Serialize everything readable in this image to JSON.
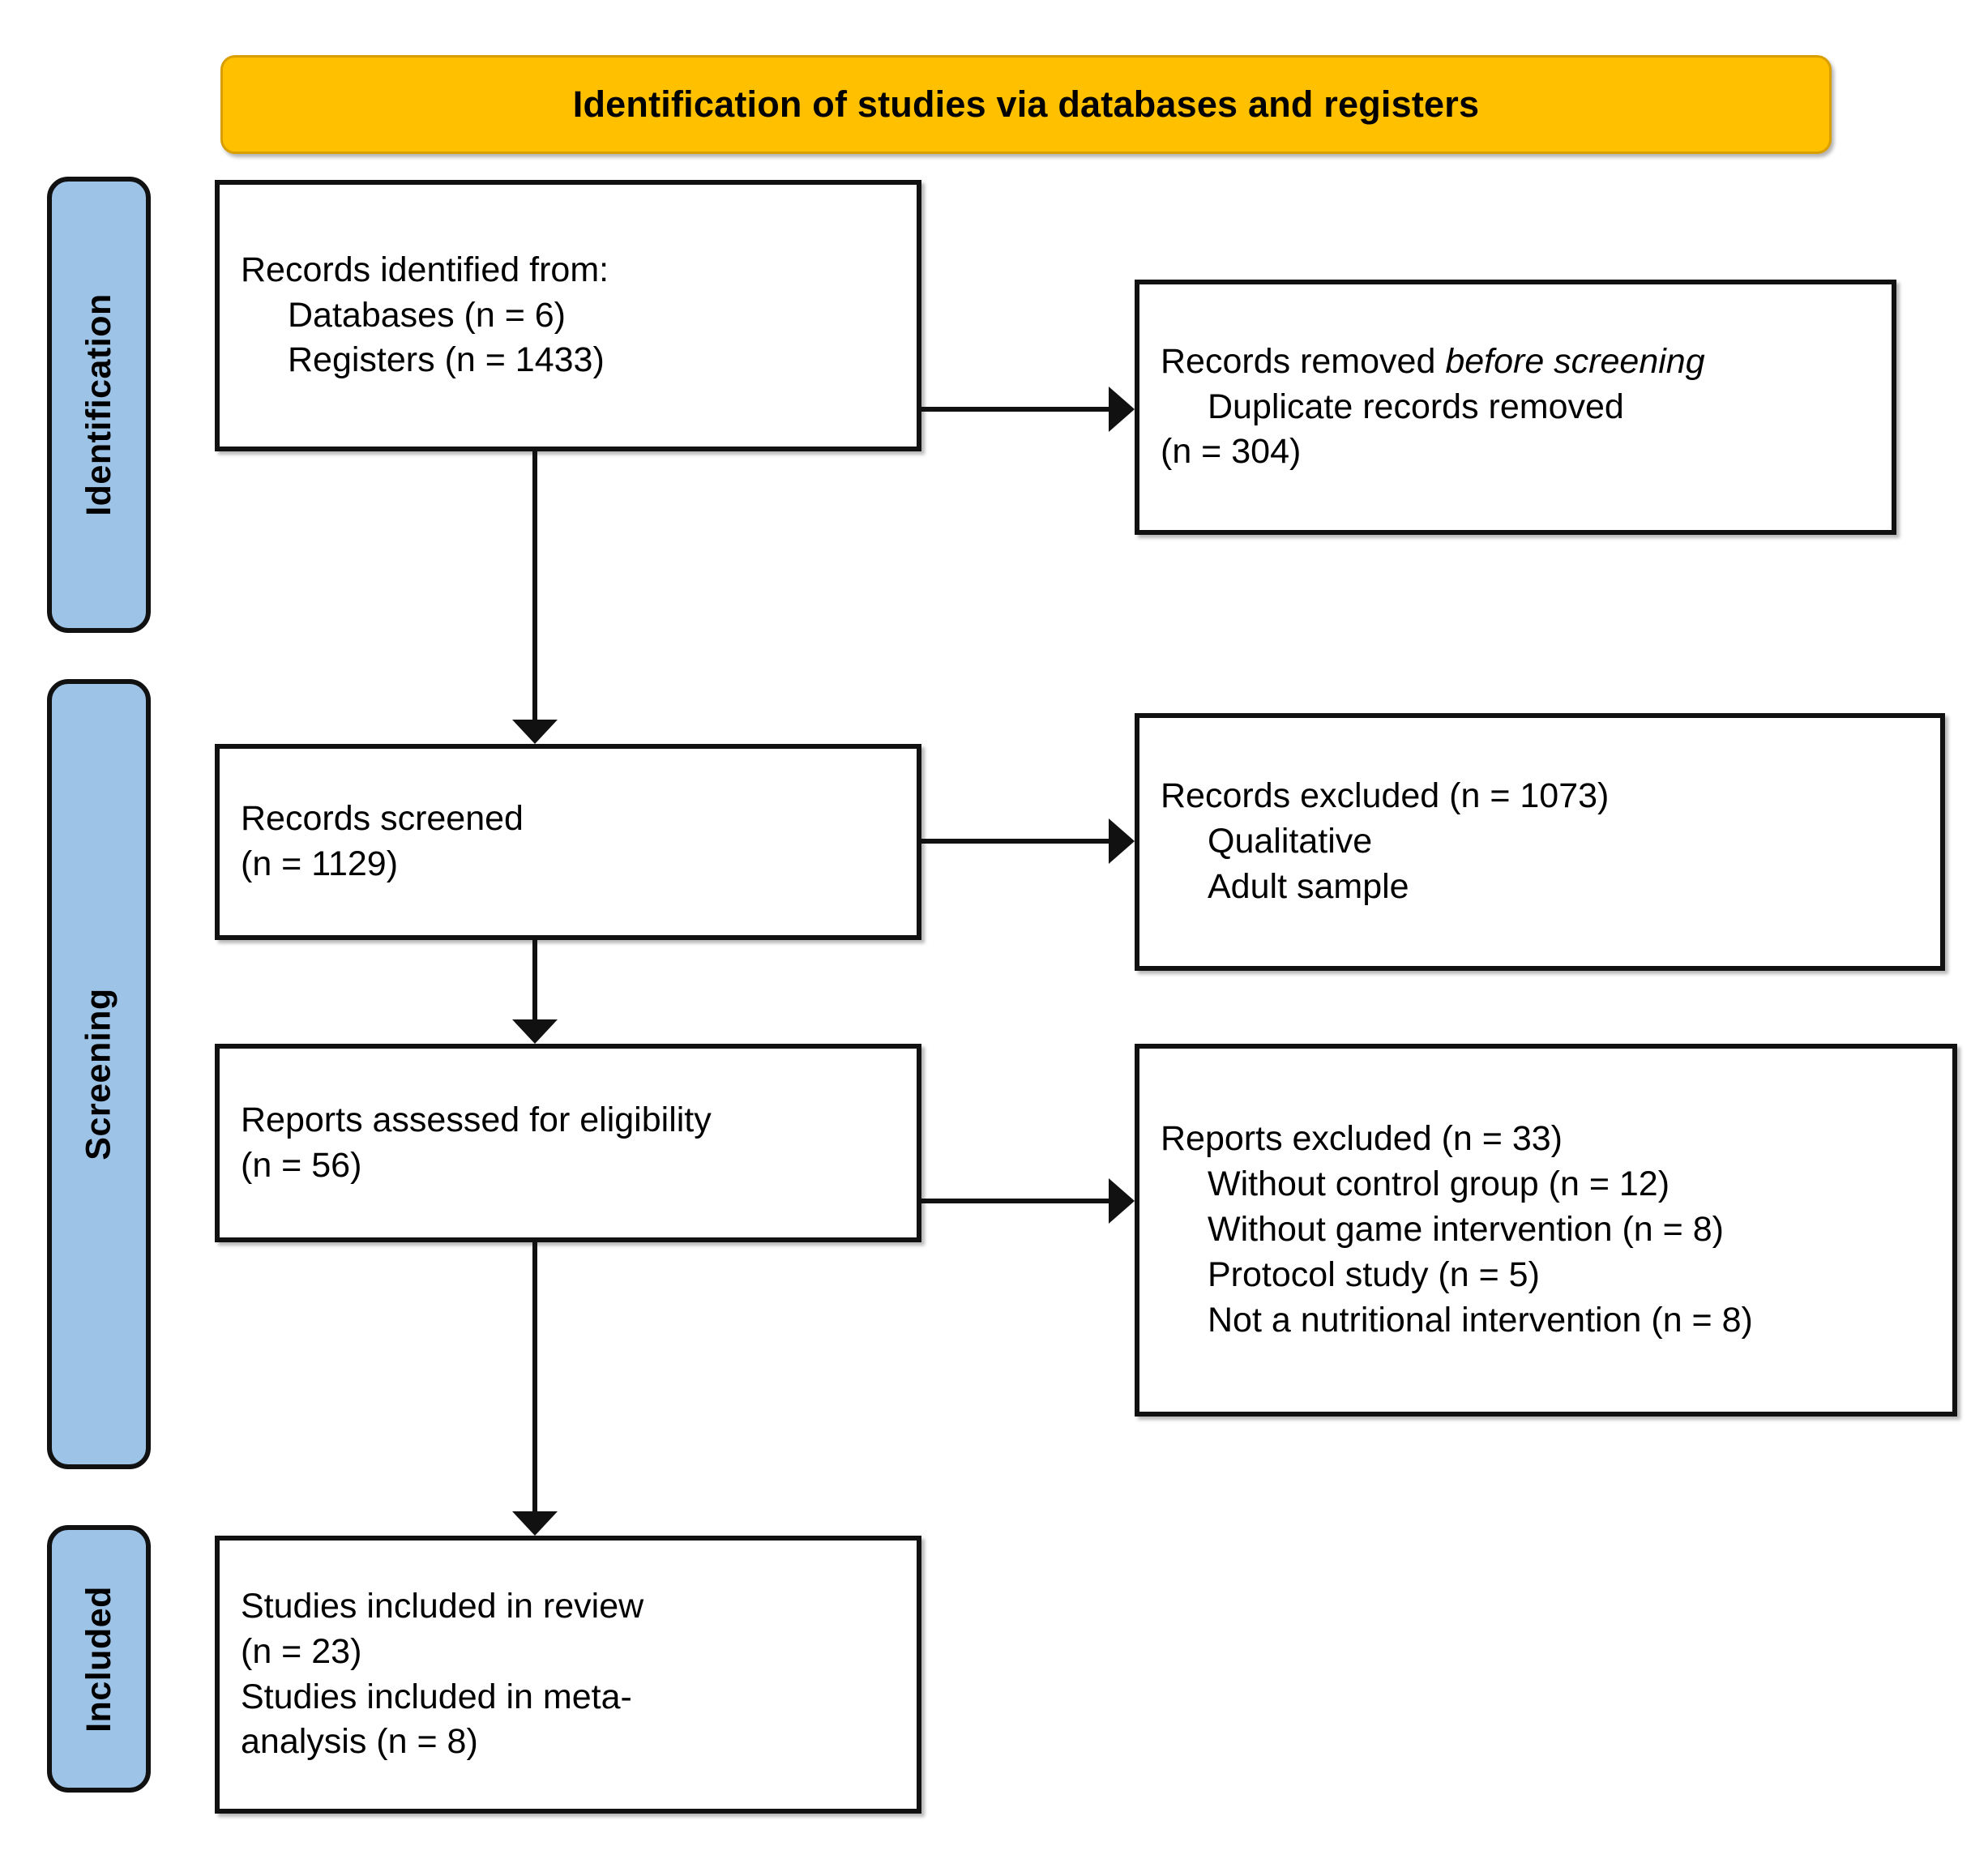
{
  "banner": {
    "title": "Identification of studies via databases and registers",
    "fill_color": "#FFC000"
  },
  "stages": {
    "fill_color": "#9DC3E6",
    "identification": "Identification",
    "screening": "Screening",
    "included": "Included"
  },
  "boxes": {
    "identified": {
      "line1": "Records identified from:",
      "line2": "Databases (n = 6)",
      "line3": "Registers (n = 1433)"
    },
    "removed": {
      "line1_plain": "Records removed ",
      "line1_italic": "before screening",
      "line2": "Duplicate records removed",
      "line3": "(n = 304)"
    },
    "screened": {
      "line1": "Records screened",
      "line2": "(n = 1129)"
    },
    "records_excluded": {
      "line1": "Records excluded (n = 1073)",
      "line2": "Qualitative",
      "line3": "Adult sample"
    },
    "eligibility": {
      "line1": "Reports assessed for eligibility",
      "line2": "(n = 56)"
    },
    "reports_excluded": {
      "line1": "Reports excluded (n = 33)",
      "line2": "Without control group (n = 12)",
      "line3": "Without game intervention (n = 8)",
      "line4": "Protocol study (n = 5)",
      "line5": "Not a nutritional intervention (n = 8)"
    },
    "included": {
      "line1": "Studies included in review",
      "line2": "(n = 23)",
      "line3": "Studies included in meta-",
      "line4": "analysis (n = 8)"
    }
  },
  "chart_data": {
    "type": "diagram",
    "title": "PRISMA 2020 flow diagram",
    "subtitle": "Identification of studies via databases and registers",
    "stages": [
      "Identification",
      "Screening",
      "Included"
    ],
    "nodes": [
      {
        "id": "identified",
        "stage": "Identification",
        "label": "Records identified from",
        "databases": 6,
        "registers": 1433
      },
      {
        "id": "removed",
        "stage": "Identification",
        "label": "Records removed before screening: Duplicate records removed",
        "n": 304
      },
      {
        "id": "screened",
        "stage": "Screening",
        "label": "Records screened",
        "n": 1129
      },
      {
        "id": "records_excluded",
        "stage": "Screening",
        "label": "Records excluded",
        "n": 1073,
        "reasons": [
          {
            "reason": "Qualitative"
          },
          {
            "reason": "Adult sample"
          }
        ]
      },
      {
        "id": "eligibility",
        "stage": "Screening",
        "label": "Reports assessed for eligibility",
        "n": 56
      },
      {
        "id": "reports_excluded",
        "stage": "Screening",
        "label": "Reports excluded",
        "n": 33,
        "reasons": [
          {
            "reason": "Without control group",
            "n": 12
          },
          {
            "reason": "Without game intervention",
            "n": 8
          },
          {
            "reason": "Protocol study",
            "n": 5
          },
          {
            "reason": "Not a nutritional intervention",
            "n": 8
          }
        ]
      },
      {
        "id": "included_review",
        "stage": "Included",
        "label": "Studies included in review",
        "n": 23
      },
      {
        "id": "included_meta",
        "stage": "Included",
        "label": "Studies included in meta-analysis",
        "n": 8
      }
    ],
    "edges": [
      {
        "from": "identified",
        "to": "removed",
        "direction": "right"
      },
      {
        "from": "identified",
        "to": "screened",
        "direction": "down"
      },
      {
        "from": "screened",
        "to": "records_excluded",
        "direction": "right"
      },
      {
        "from": "screened",
        "to": "eligibility",
        "direction": "down"
      },
      {
        "from": "eligibility",
        "to": "reports_excluded",
        "direction": "right"
      },
      {
        "from": "eligibility",
        "to": "included_review",
        "direction": "down"
      }
    ]
  }
}
